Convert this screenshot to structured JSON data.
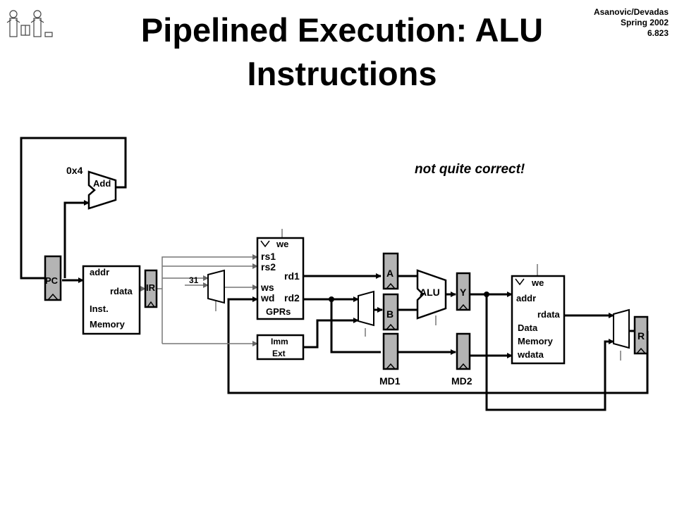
{
  "slide": {
    "title_line1": "Pipelined Execution: ALU",
    "title_line2": "Instructions",
    "credit_authors": "Asanovic/Devadas",
    "credit_term": "Spring 2002",
    "credit_course": "6.823",
    "note": "not quite correct!"
  },
  "diagram": {
    "const_0x4": "0x4",
    "add": "Add",
    "pc": "PC",
    "imem_addr": "addr",
    "imem_rdata": "rdata",
    "imem_name_1": "Inst.",
    "imem_name_2": "Memory",
    "ir": "IR",
    "const_31": "31",
    "gpr_we": "we",
    "gpr_rs1": "rs1",
    "gpr_rs2": "rs2",
    "gpr_ws": "ws",
    "gpr_wd": "wd",
    "gpr_rd1": "rd1",
    "gpr_rd2": "rd2",
    "gpr_name": "GPRs",
    "imm_1": "Imm",
    "imm_2": "Ext",
    "reg_a": "A",
    "reg_b": "B",
    "alu": "ALU",
    "reg_y": "Y",
    "dmem_we": "we",
    "dmem_addr": "addr",
    "dmem_rdata": "rdata",
    "dmem_name_1": "Data",
    "dmem_name_2": "Memory",
    "dmem_wdata": "wdata",
    "reg_r": "R",
    "md1": "MD1",
    "md2": "MD2"
  }
}
